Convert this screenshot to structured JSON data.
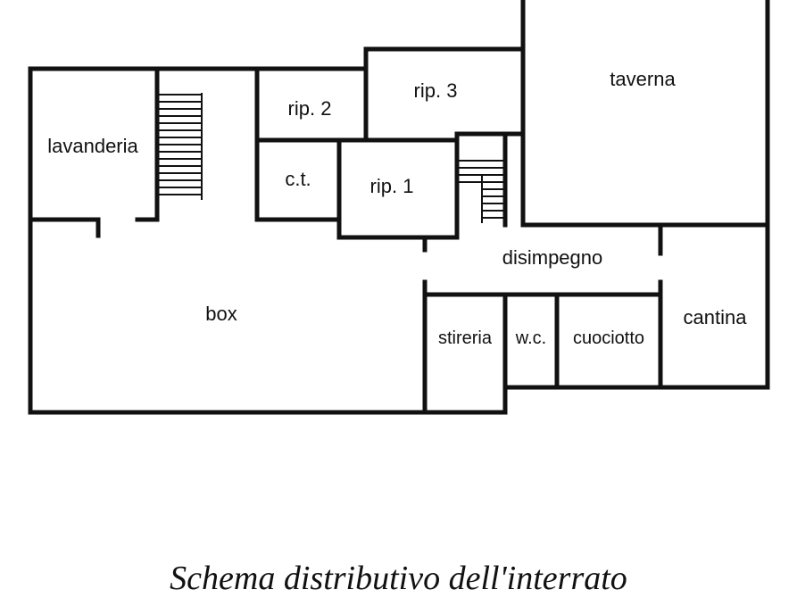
{
  "rooms": {
    "lavanderia": "lavanderia",
    "rip2": "rip. 2",
    "rip3": "rip. 3",
    "taverna": "taverna",
    "ct": "c.t.",
    "rip1": "rip. 1",
    "disimpegno": "disimpegno",
    "box": "box",
    "cantina": "cantina",
    "stireria": "stireria",
    "wc": "w.c.",
    "cuociotto": "cuociotto"
  },
  "caption": "Schema distributivo dell'interrato",
  "colors": {
    "walls": "#111111",
    "background": "#ffffff"
  }
}
